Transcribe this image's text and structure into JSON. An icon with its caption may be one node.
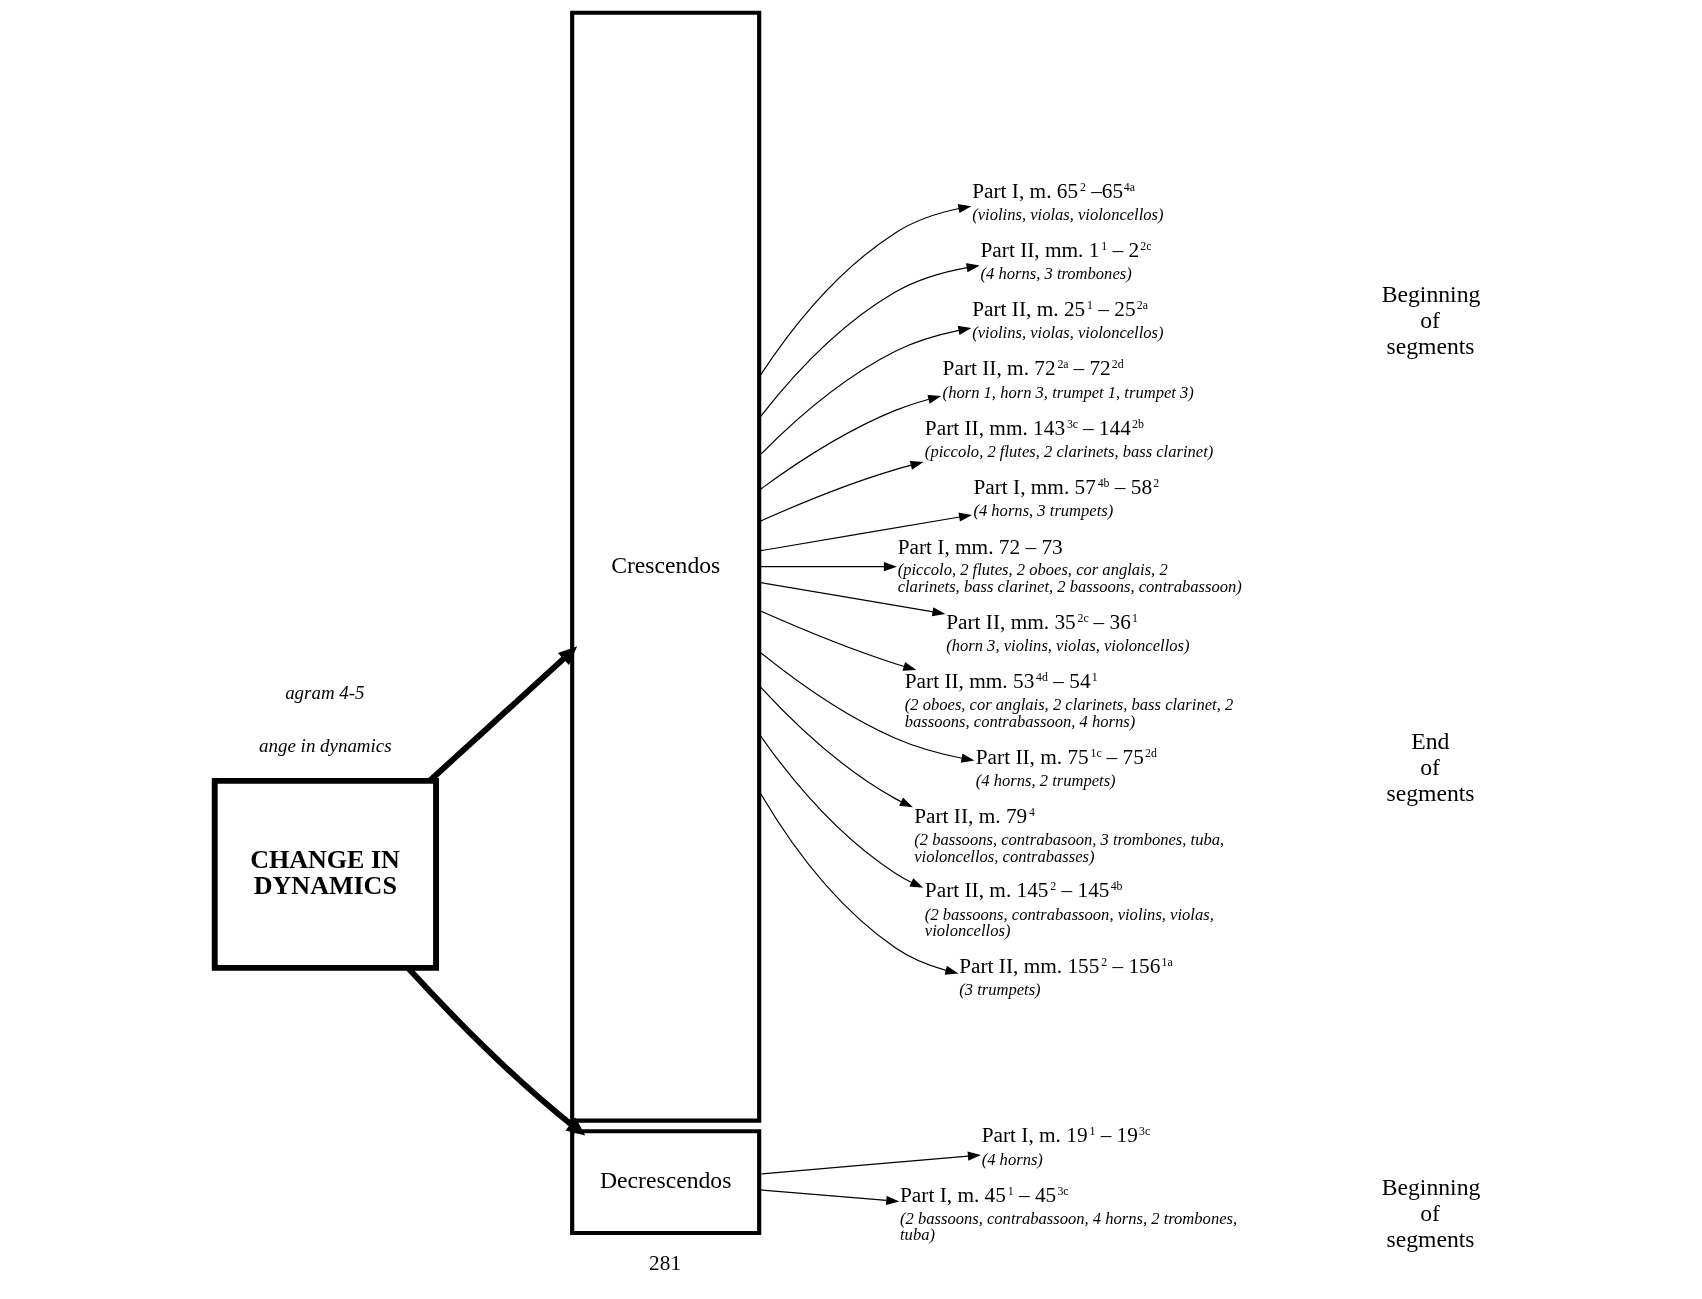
{
  "diagram": {
    "nodes": [
      {
        "text": [
          "CHANGE IN DYNAMICS"
        ]
      },
      {
        "text": [
          "Crescendos"
        ]
      },
      {
        "text": [
          "Decrescendos"
        ]
      },
      {
        "text": [
          "Part I, m. 65$^{2}$ –65$^{4a}$",
          "(violins, violas, violoncellos)"
        ]
      },
      {
        "text": [
          "Part II, mm. 1$^{1}$ – 2$^{2c}$",
          "(4 horns, 3 trombones)"
        ]
      },
      {
        "text": [
          "Part II, m. 25$^{1}$ – 25$^{2a}$",
          "(violins, violas, violoncellos)"
        ]
      },
      {
        "text": [
          "Part II, m. 72$^{2a}$ – 72$^{2d}$",
          "(horn 1, horn 3, trumpet 1, trumpet 3)"
        ]
      },
      {
        "text": [
          "Part II, mm. 143$^{3c}$ – 144$^{2b}$",
          "(piccolo, 2 flutes, 2 clarinets, bass clarinet)"
        ]
      },
      {
        "text": [
          "Part I, mm. 57$^{4b}$ – 58$^{2}$",
          "(4 horns, 3 trumpets)"
        ]
      },
      {
        "text": [
          "Part I, mm. 72 – 73",
          "(piccolo, 2 flutes, 2 oboes, cor anglais, 2 clarinets, bass clarinet, 2 bassoons, contrabassoon)"
        ]
      },
      {
        "text": [
          "Part II, mm. 35$^{2c}$ – 36$^{1}$",
          "(horn 3, violins, violas, violoncellos)"
        ]
      },
      {
        "text": [
          "Part II, mm. 53$^{4d}$ – 54$^{1}$",
          "(2 oboes, cor anglais, 2 clarinets, bass clarinet, 2 bassoons, contrabassoon, 4 horns)"
        ]
      },
      {
        "text": [
          "Part II, m. 75$^{1c}$ – 75$^{2d}$",
          "(4 horns, 2 trumpets)"
        ]
      },
      {
        "text": [
          "Part II, m. 79$^{4}$",
          "(2 bassoons, contrabasoon, 3 trombones, tuba, violoncellos, contrabasses)"
        ]
      },
      {
        "text": [
          "Part II, m. 145$^{2}$ – 145$^{4b}$",
          "(2 bassoons, contrabassoon, violins, violas, violoncellos)"
        ]
      },
      {
        "text": [
          "Part II, mm. 155$^{2}$ – 156$^{1a}$",
          "(3 trumpets)"
        ]
      },
      {
        "text": [
          "Part I, m. 19$^{1}$ – 19$^{3c}$",
          "(4 horns)"
        ]
      },
      {
        "text": [
          "Part I, m. 45$^{1}$ – 45$^{3c}$",
          "(2 bassoons, contrabassoon, 4 horns, 2 trombones, tuba)"
        ]
      }
    ],
    "edges": [
      {
        "from": 0,
        "to": 1,
        "arrow": "to",
        "style": "thick"
      },
      {
        "from": 0,
        "to": 2,
        "arrow": "to",
        "style": "thick"
      },
      {
        "from": 1,
        "to": 3,
        "arrow": "to"
      },
      {
        "from": 1,
        "to": 4,
        "arrow": "to"
      },
      {
        "from": 1,
        "to": 5,
        "arrow": "to"
      },
      {
        "from": 1,
        "to": 6,
        "arrow": "to"
      },
      {
        "from": 1,
        "to": 7,
        "arrow": "to"
      },
      {
        "from": 1,
        "to": 8,
        "arrow": "to"
      },
      {
        "from": 1,
        "to": 9,
        "arrow": "to"
      },
      {
        "from": 1,
        "to": 10,
        "arrow": "to"
      },
      {
        "from": 1,
        "to": 11,
        "arrow": "to"
      },
      {
        "from": 1,
        "to": 12,
        "arrow": "to"
      },
      {
        "from": 1,
        "to": 13,
        "arrow": "to"
      },
      {
        "from": 1,
        "to": 14,
        "arrow": "to"
      },
      {
        "from": 1,
        "to": 15,
        "arrow": "to"
      },
      {
        "from": 2,
        "to": 16,
        "arrow": "to"
      },
      {
        "from": 2,
        "to": 17,
        "arrow": "to"
      }
    ],
    "labels": [
      "agram 4-5",
      "ange in dynamics",
      "Beginning of segments",
      "End of segments",
      "Beginning of segments",
      "281"
    ]
  }
}
